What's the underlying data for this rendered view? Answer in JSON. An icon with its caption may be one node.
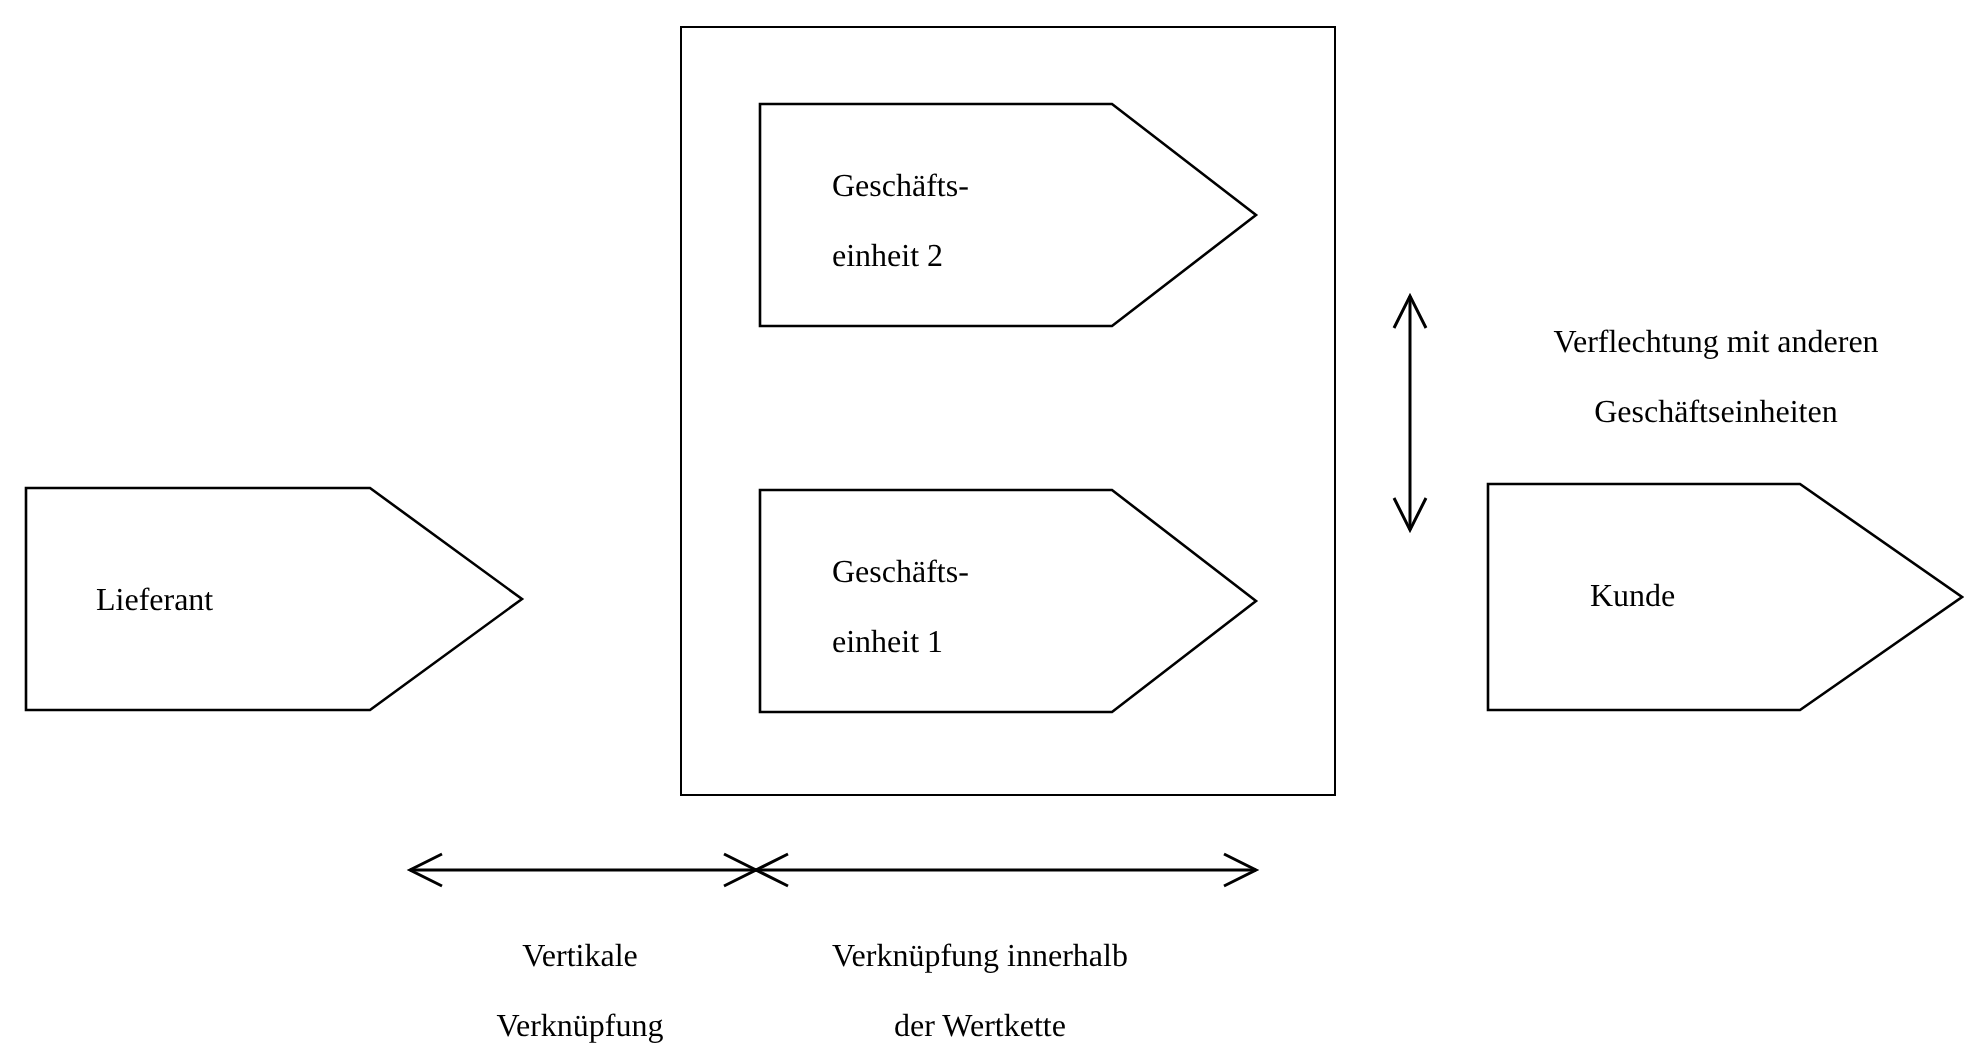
{
  "diagram": {
    "nodes": [
      {
        "text": [],
        "shape": "box"
      },
      {
        "text": [
          "Geschäfts- einheit 2"
        ],
        "in": 0
      },
      {
        "text": [
          "Lieferant"
        ]
      },
      {
        "text": [
          "Geschäfts- einheit 1"
        ],
        "in": 0
      },
      {
        "text": [
          "Kunde"
        ]
      }
    ],
    "edges": [],
    "labels": [
      "Verflechtung mit anderen Geschäftseinheiten",
      "Vertikale Verknüpfung",
      "Verknüpfung innerhalb der Wertkette"
    ]
  }
}
